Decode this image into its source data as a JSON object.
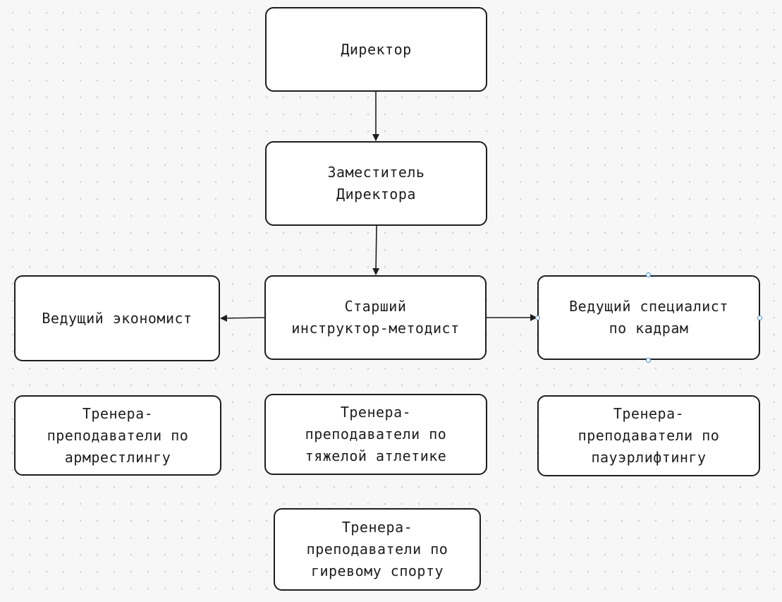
{
  "nodes": {
    "director": "Директор",
    "deputy": "Заместитель\nДиректора",
    "senior_instructor": "Старший\nинструктор-методист",
    "economist": "Ведущий экономист",
    "hr_specialist": "Ведущий специалист\nпо кадрам",
    "trainers_armwrestling": "Тренера-\nпреподаватели по\nармрестлингу",
    "trainers_weightlifting": "Тренера-\nпреподаватели по\nтяжелой атлетике",
    "trainers_powerlifting": "Тренера-\nпреподаватели по\nпауэрлифтингу",
    "trainers_kettlebell": "Тренера-\nпреподаватели по\nгиревому спорту"
  },
  "colors": {
    "stroke": "#1e1e1e",
    "selection_handle": "#4a90d9",
    "background": "#f7f7f7",
    "grid_dot": "#c9c9c9"
  }
}
